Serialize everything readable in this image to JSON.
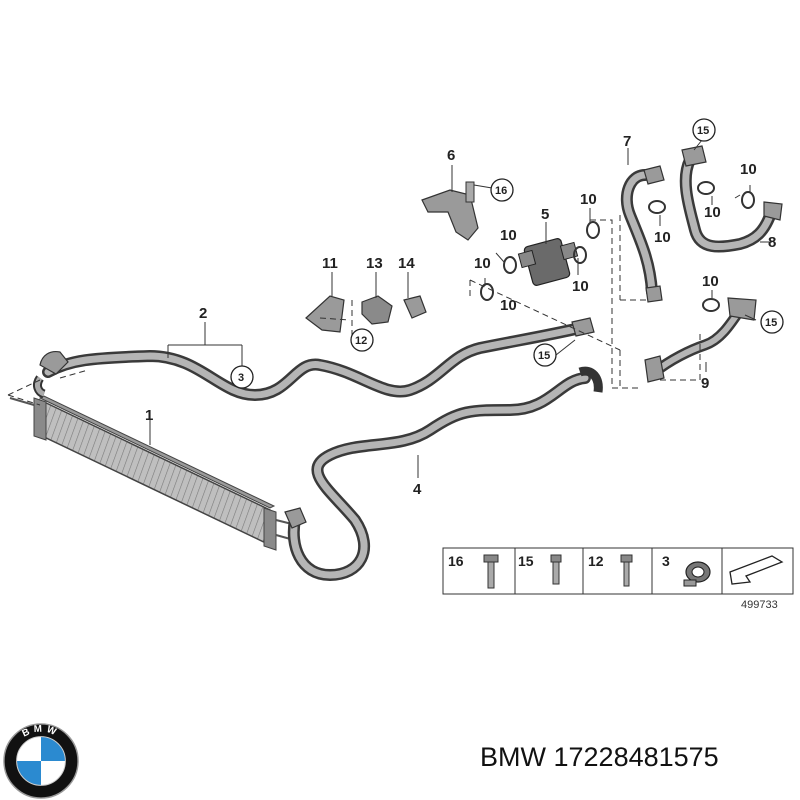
{
  "diagram": {
    "callouts": [
      "1",
      "2",
      "3",
      "4",
      "5",
      "6",
      "7",
      "8",
      "9",
      "10",
      "11",
      "12",
      "13",
      "14",
      "15",
      "16"
    ],
    "legend": [
      {
        "num": "16",
        "icon": "bolt-icon"
      },
      {
        "num": "15",
        "icon": "bolt-icon"
      },
      {
        "num": "12",
        "icon": "bolt-icon"
      },
      {
        "num": "3",
        "icon": "hose-clip-icon"
      },
      {
        "num": "",
        "icon": "direction-arrow-icon"
      }
    ],
    "diagram_id": "499733"
  },
  "caption": {
    "brand": "BMW",
    "part_number": "17228481575"
  },
  "logo": {
    "name": "bmw-logo-icon",
    "letters": "BMW",
    "colors": {
      "ring": "#111111",
      "blue": "#2b8ad0",
      "white": "#ffffff"
    }
  }
}
